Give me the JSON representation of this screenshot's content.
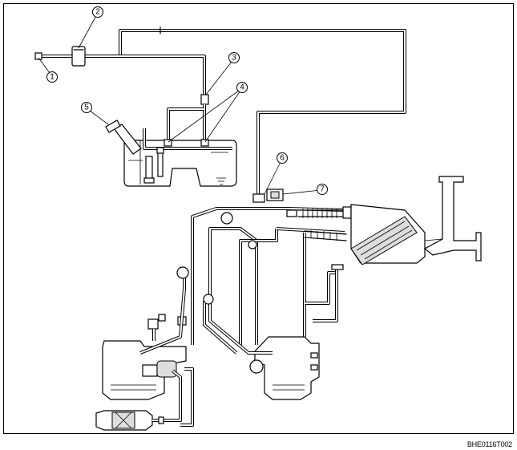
{
  "callouts": [
    {
      "n": "1"
    },
    {
      "n": "2"
    },
    {
      "n": "3"
    },
    {
      "n": "4"
    },
    {
      "n": "5"
    },
    {
      "n": "6"
    },
    {
      "n": "7"
    }
  ],
  "figure_code": "BHE0116T002"
}
